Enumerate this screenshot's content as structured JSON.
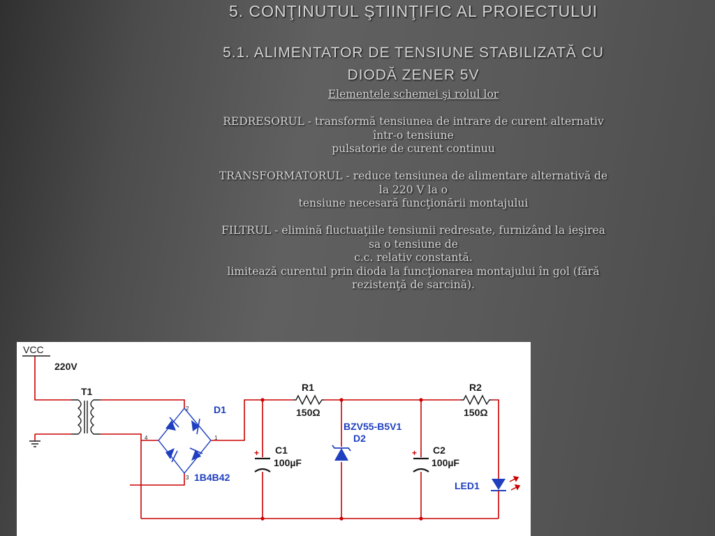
{
  "slide": {
    "title": "5. CONŢINUTUL ŞTIINŢIFIC AL PROIECTULUI",
    "subtitle_line1": "5.1. ALIMENTATOR DE TENSIUNE STABILIZATĂ CU",
    "subtitle_line2": "DIODĂ ZENER 5V",
    "heading": "Elementele schemei şi rolul lor",
    "redresor_l1": "REDRESORUL  -  transformă tensiunea de intrare de  curent alternativ",
    "redresor_l2": "într-o tensiune",
    "redresor_l3": "pulsatorie de curent continuu",
    "transformator_l1": "TRANSFORMATORUL -  reduce tensiunea de alimentare alternativă de",
    "transformator_l2": "la 220 V la o",
    "transformator_l3": "tensiune necesară funcţionării montajului",
    "filtru_l1": "FILTRUL - elimină fluctuaţiile tensiunii redresate, furnizând la ieşirea",
    "filtru_l2": "sa o tensiune de",
    "filtru_l3": "c.c. relativ constantă.",
    "filtru_l4": "limitează curentul prin dioda  la funcţionarea montajului în gol (fără",
    "filtru_l5": "rezistenţă de sarcină)."
  },
  "circuit": {
    "vcc_label": "VCC",
    "vcc_value": "220V",
    "transformer_label": "T1",
    "bridge_label": "D1",
    "bridge_model": "1B4B42",
    "bridge_pin_1": "1",
    "bridge_pin_2": "2",
    "bridge_pin_3": "3",
    "bridge_pin_4": "4",
    "r1_label": "R1",
    "r1_value": "150Ω",
    "r2_label": "R2",
    "r2_value": "150Ω",
    "c1_label": "C1",
    "c1_value": "100µF",
    "c2_label": "C2",
    "c2_value": "100µF",
    "zener_model": "BZV55-B5V1",
    "zener_label": "D2",
    "led_label": "LED1",
    "plus_sign": "+",
    "colors": {
      "wire": "#cc0000",
      "component": "#1a1a1a",
      "diode": "#1f3fbf",
      "label_blue": "#1f3fbf",
      "led_arrow": "#cc0000"
    }
  }
}
